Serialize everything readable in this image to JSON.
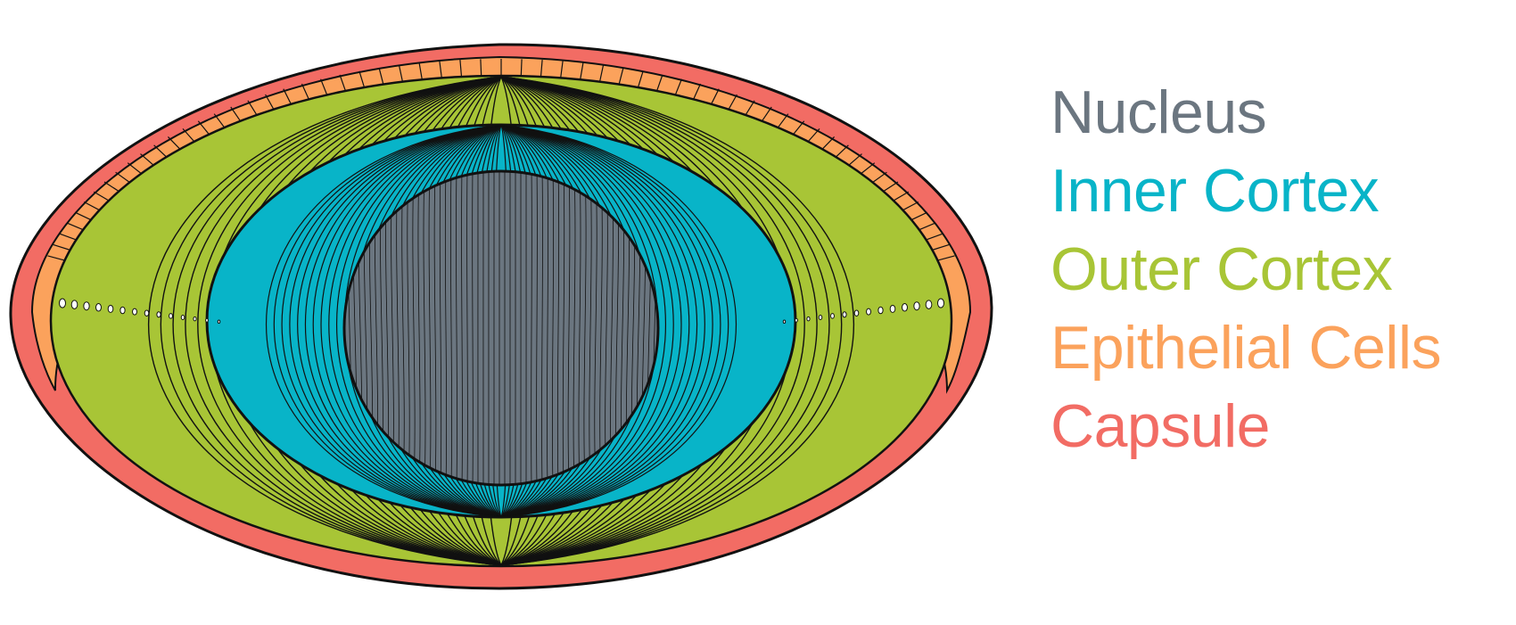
{
  "colors": {
    "capsule": "#F26C64",
    "epithelial": "#FBA25C",
    "outer_cortex": "#A8C536",
    "inner_cortex": "#08B4C8",
    "nucleus": "#6B7680",
    "outline": "#111111"
  },
  "legend": [
    {
      "label": "Nucleus",
      "color": "#6B7680"
    },
    {
      "label": "Inner Cortex",
      "color": "#08B4C8"
    },
    {
      "label": "Outer Cortex",
      "color": "#A8C536"
    },
    {
      "label": "Epithelial Cells",
      "color": "#FBA25C"
    },
    {
      "label": "Capsule",
      "color": "#F26C64"
    }
  ]
}
